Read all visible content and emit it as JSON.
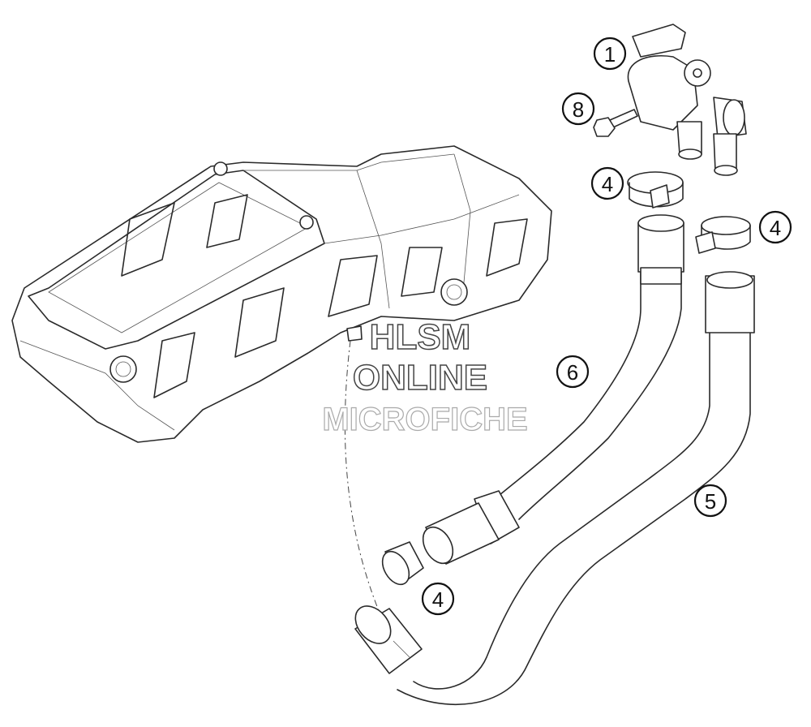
{
  "callouts": [
    {
      "id": "c1",
      "label": "1"
    },
    {
      "id": "c8",
      "label": "8"
    },
    {
      "id": "c4a",
      "label": "4"
    },
    {
      "id": "c4b",
      "label": "4"
    },
    {
      "id": "c6",
      "label": "6"
    },
    {
      "id": "c5",
      "label": "5"
    },
    {
      "id": "c4c",
      "label": "4"
    }
  ],
  "watermark": {
    "line1": "HLSM",
    "line2": "ONLINE",
    "line3": "MICROFICHE"
  }
}
